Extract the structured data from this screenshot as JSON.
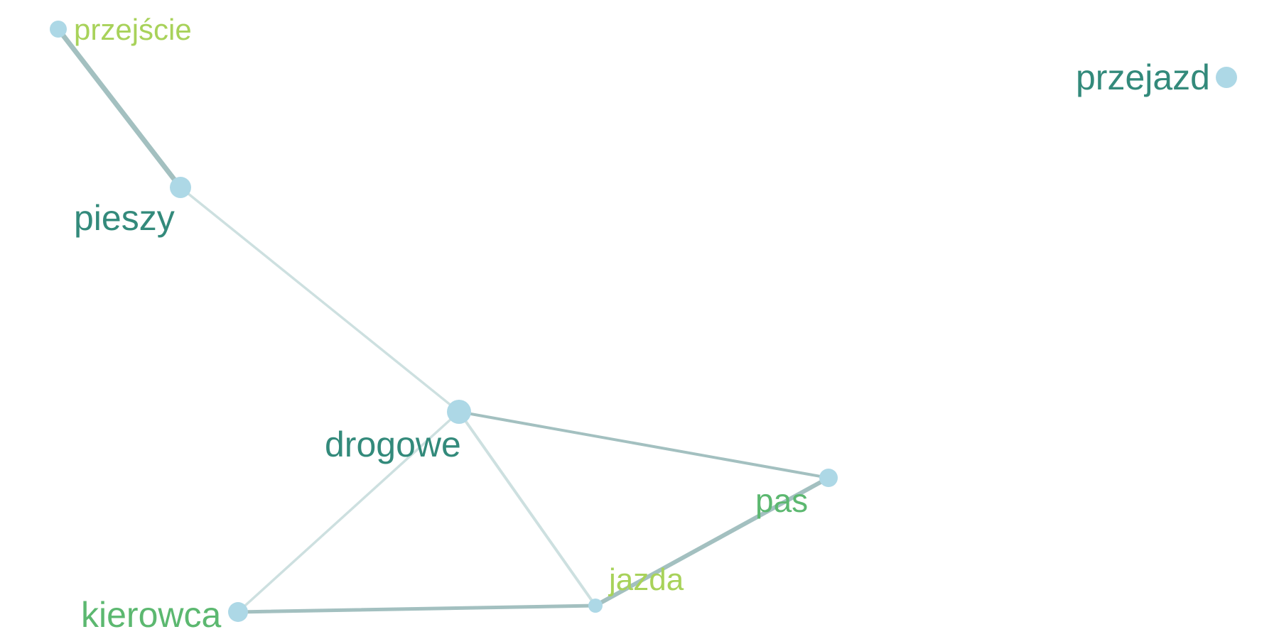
{
  "graph": {
    "node_color": "#add8e6",
    "nodes": [
      {
        "id": "przejscie",
        "label": "przejście",
        "label_color": "#a8d25a"
      },
      {
        "id": "pieszy",
        "label": "pieszy",
        "label_color": "#338a7b"
      },
      {
        "id": "drogowe",
        "label": "drogowe",
        "label_color": "#338a7b"
      },
      {
        "id": "pas",
        "label": "pas",
        "label_color": "#5cb870"
      },
      {
        "id": "jazda",
        "label": "jazda",
        "label_color": "#a8d25a"
      },
      {
        "id": "kierowca",
        "label": "kierowca",
        "label_color": "#5cb870"
      },
      {
        "id": "przejazd",
        "label": "przejazd",
        "label_color": "#338a7b"
      }
    ],
    "edges": [
      {
        "source": "przejscie",
        "target": "pieszy",
        "color": "#a3c0c0"
      },
      {
        "source": "pieszy",
        "target": "drogowe",
        "color": "#cde0e0"
      },
      {
        "source": "drogowe",
        "target": "pas",
        "color": "#a3c0c0"
      },
      {
        "source": "drogowe",
        "target": "kierowca",
        "color": "#cde0e0"
      },
      {
        "source": "drogowe",
        "target": "jazda",
        "color": "#cde0e0"
      },
      {
        "source": "kierowca",
        "target": "jazda",
        "color": "#a3c0c0"
      },
      {
        "source": "jazda",
        "target": "pas",
        "color": "#a3c0c0"
      }
    ]
  }
}
